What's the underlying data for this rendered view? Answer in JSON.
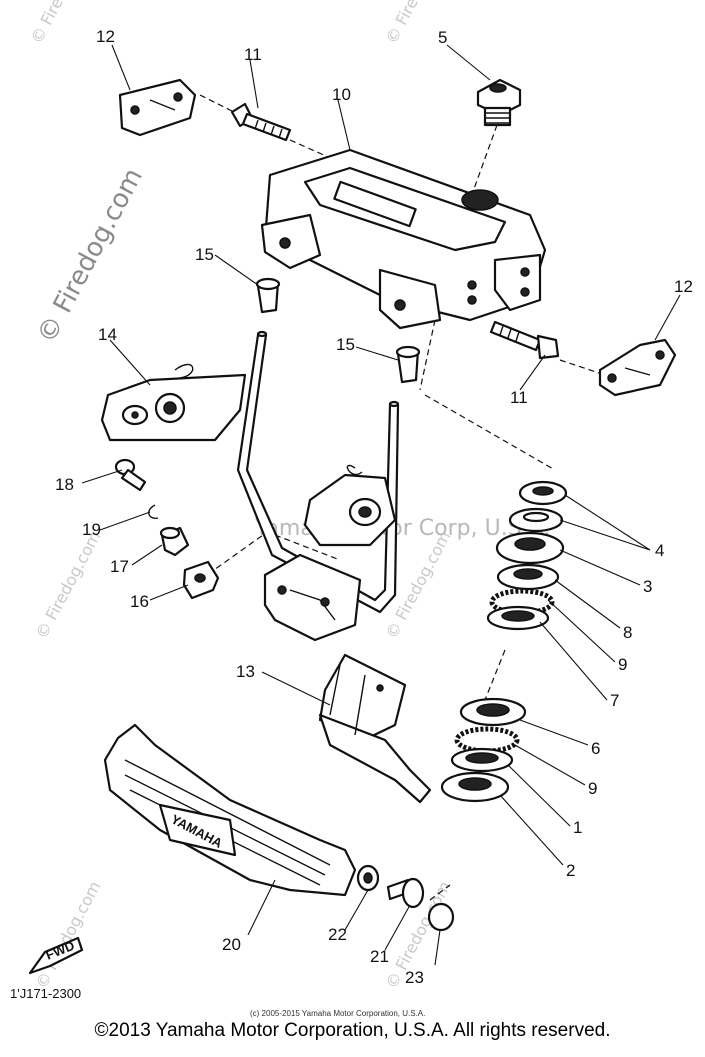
{
  "callouts": {
    "c1": "1",
    "c2": "2",
    "c3": "3",
    "c4": "4",
    "c5": "5",
    "c6": "6",
    "c7": "7",
    "c8": "8",
    "c9a": "9",
    "c9b": "9",
    "c10": "10",
    "c11a": "11",
    "c11b": "11",
    "c12a": "12",
    "c12b": "12",
    "c13": "13",
    "c14": "14",
    "c15a": "15",
    "c15b": "15",
    "c16": "16",
    "c17": "17",
    "c18": "18",
    "c19": "19",
    "c20": "20",
    "c21": "21",
    "c22": "22",
    "c23": "23"
  },
  "watermarks": {
    "site": "© Firedog.com",
    "center": "Yamaha Motor Corp, U.S.A."
  },
  "emblem_text": "YAMAHA",
  "fwd_label": "FWD",
  "diagram_code": "1'J171-2300",
  "small_copyright": "(c) 2005-2015 Yamaha Motor Corporation, U.S.A.",
  "footer_copyright": "©2013 Yamaha Motor Corporation, U.S.A. All rights reserved."
}
